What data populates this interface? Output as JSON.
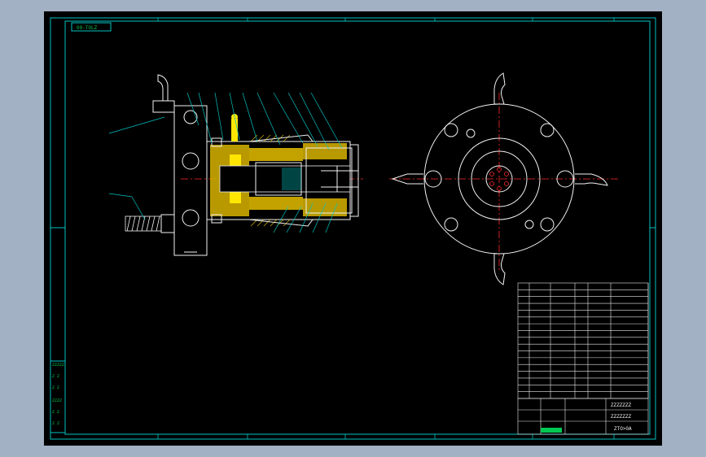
{
  "drawing": {
    "drawing_code_box": "00-TOLZ",
    "title_block": {
      "name_top": "ZZZZZZZ",
      "name_mid": "ZZZZZZZ",
      "drawing_no": "ZTO>0A"
    },
    "left_marks": [
      "ZZZZZ",
      "Z Z",
      "Z Z",
      "ZZZZ",
      "Z Z",
      "Z Z"
    ],
    "colors": {
      "background_outer": "#a2b1c3",
      "sheet": "#000000",
      "frame": "#00c2c2",
      "outline": "#f2f2f2",
      "centerline": "#ff2a2a",
      "hatch": "#d8b400",
      "table_text": "#00c853"
    }
  }
}
